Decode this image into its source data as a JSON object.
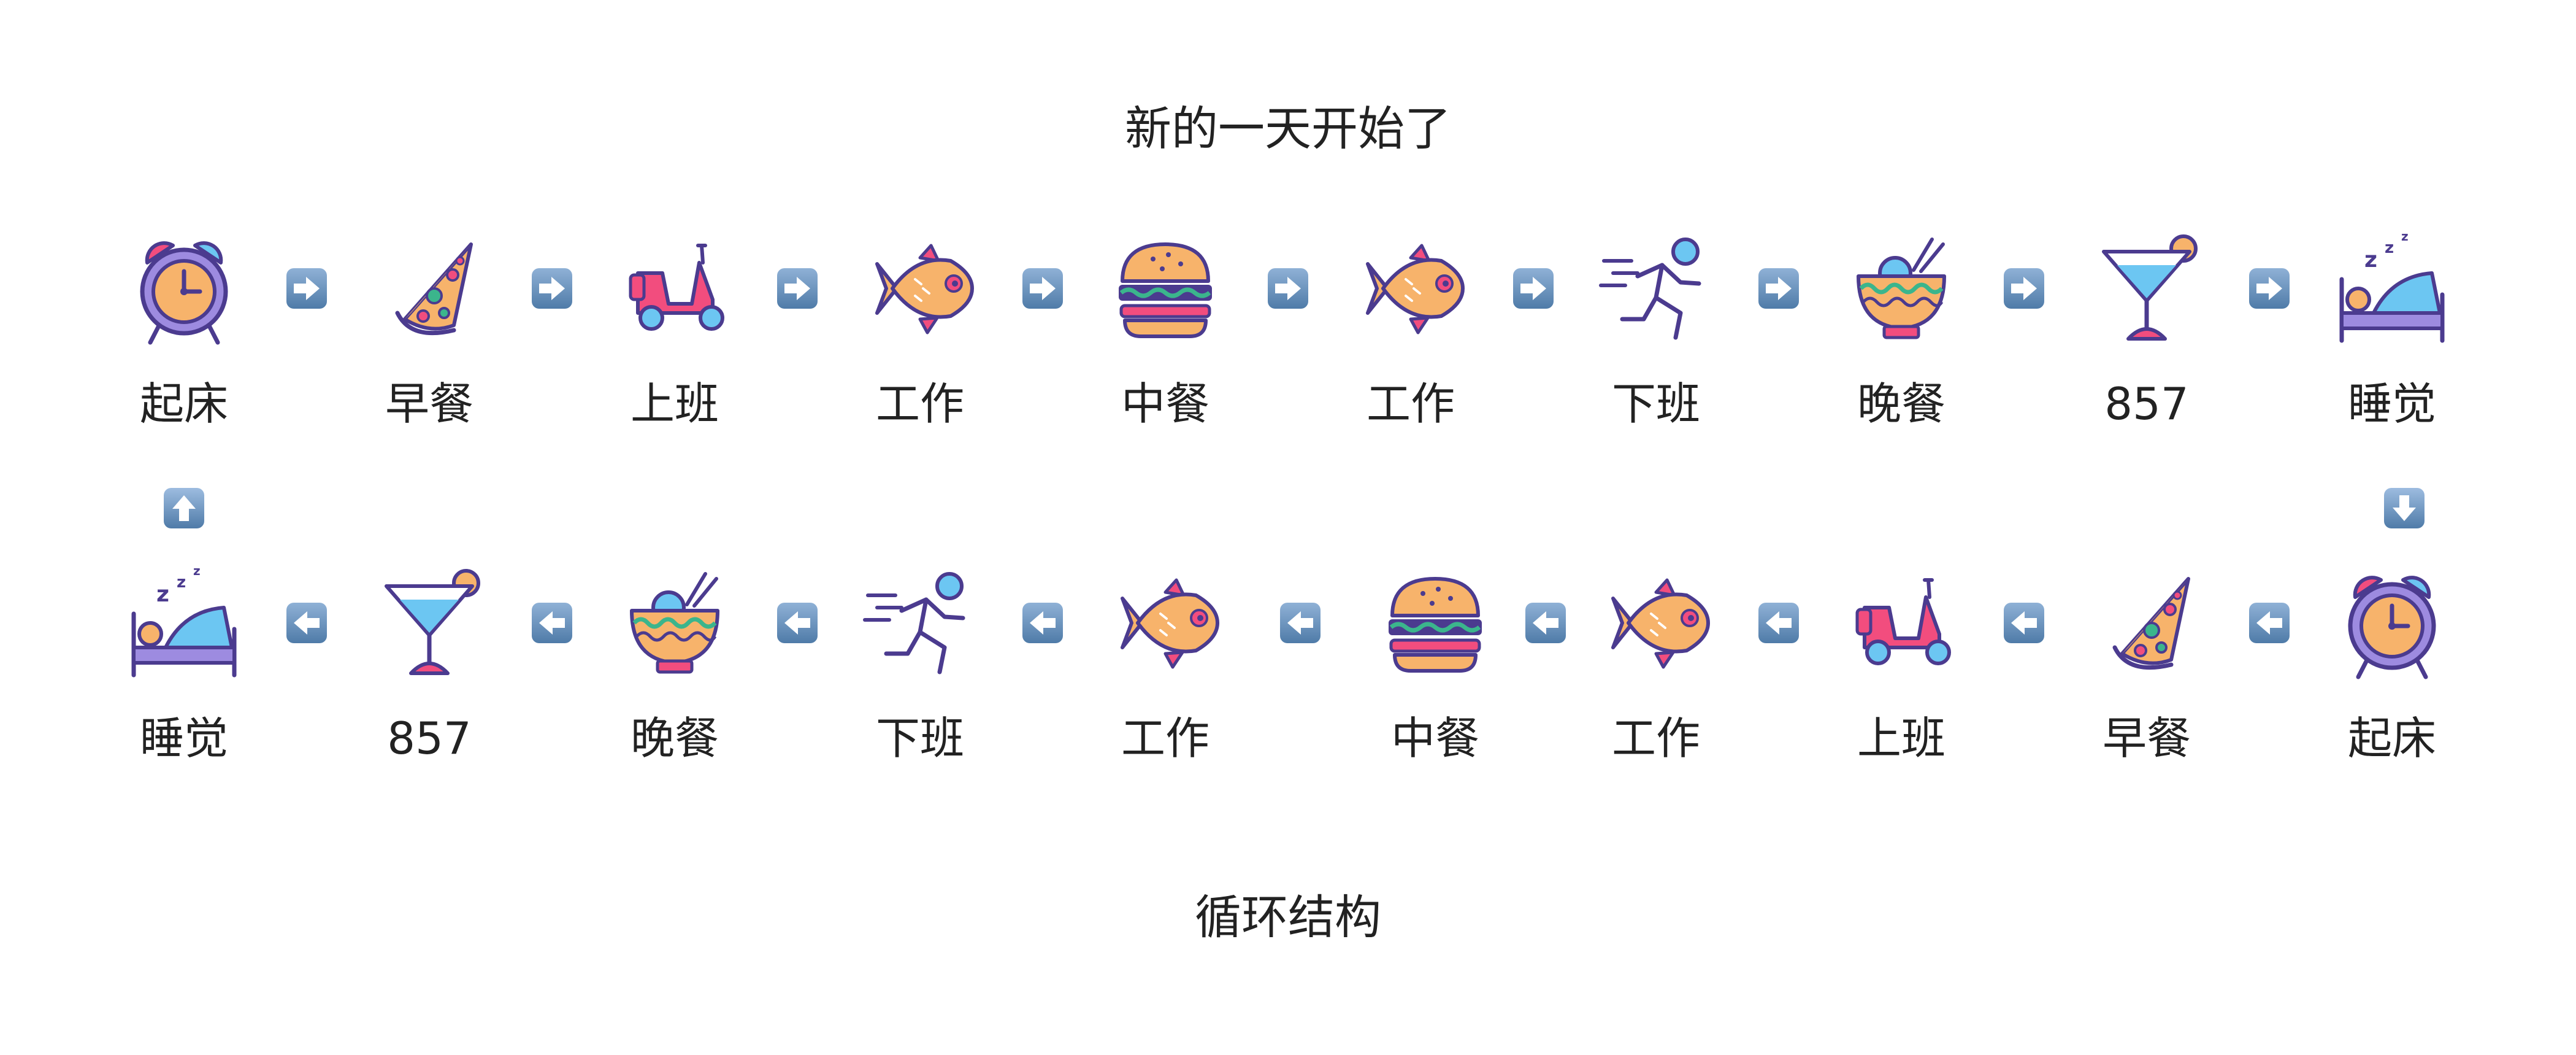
{
  "top_title": "新的一天开始了",
  "bottom_title": "循环结构",
  "row1": [
    {
      "label": "起床",
      "icon": "alarm-clock-icon"
    },
    {
      "label": "早餐",
      "icon": "pizza-icon"
    },
    {
      "label": "上班",
      "icon": "scooter-icon"
    },
    {
      "label": "工作",
      "icon": "fish-icon"
    },
    {
      "label": "中餐",
      "icon": "burger-icon"
    },
    {
      "label": "工作",
      "icon": "fish-icon"
    },
    {
      "label": "下班",
      "icon": "running-person-icon"
    },
    {
      "label": "晚餐",
      "icon": "noodle-bowl-icon"
    },
    {
      "label": "857",
      "icon": "cocktail-icon"
    },
    {
      "label": "睡觉",
      "icon": "sleeping-bed-icon"
    }
  ],
  "row2": [
    {
      "label": "睡觉",
      "icon": "sleeping-bed-icon"
    },
    {
      "label": "857",
      "icon": "cocktail-icon"
    },
    {
      "label": "晚餐",
      "icon": "noodle-bowl-icon"
    },
    {
      "label": "下班",
      "icon": "running-person-icon"
    },
    {
      "label": "工作",
      "icon": "fish-icon"
    },
    {
      "label": "中餐",
      "icon": "burger-icon"
    },
    {
      "label": "工作",
      "icon": "fish-icon"
    },
    {
      "label": "上班",
      "icon": "scooter-icon"
    },
    {
      "label": "早餐",
      "icon": "pizza-icon"
    },
    {
      "label": "起床",
      "icon": "alarm-clock-icon"
    }
  ],
  "colors": {
    "outline": "#4b3b8f",
    "orange": "#f7b36b",
    "pink": "#f24d7e",
    "blue": "#6cc6f2",
    "green": "#3bb58c",
    "purple_fill": "#9d8be0",
    "arrow_start": "#8fb1d6",
    "arrow_end": "#4f7ba8"
  }
}
